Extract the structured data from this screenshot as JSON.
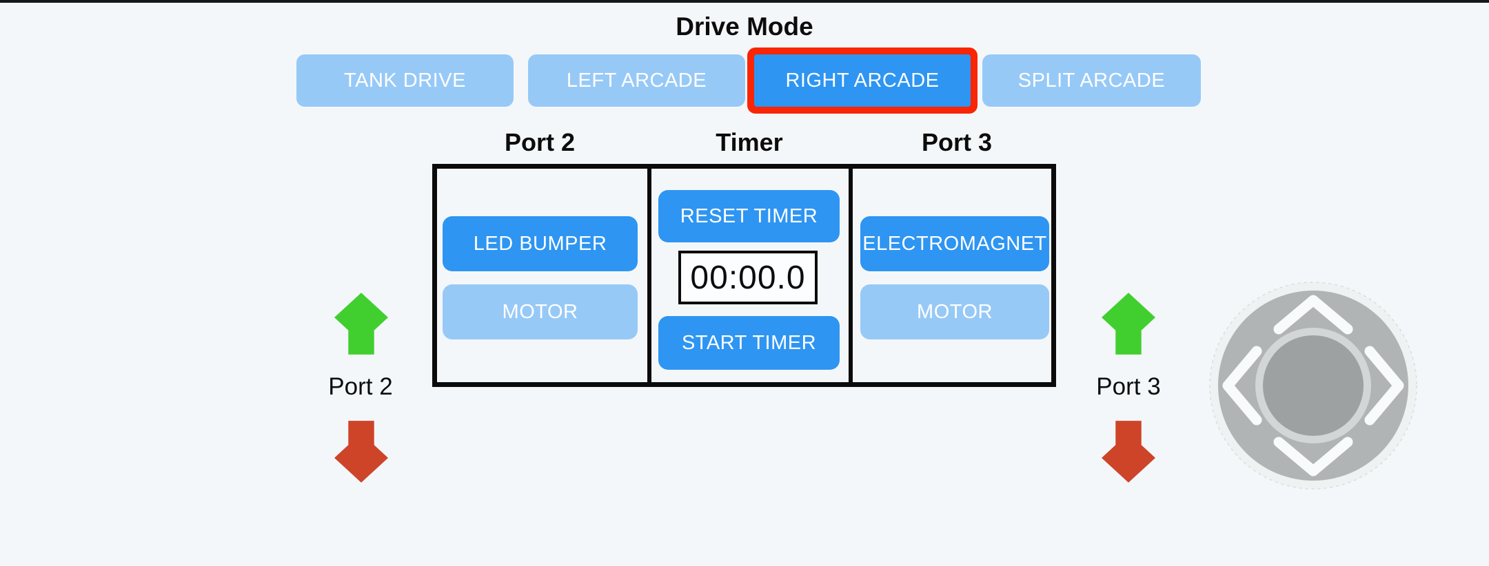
{
  "page": {
    "title": "Drive Mode",
    "background": "#F4F7F9",
    "top_bar_color": "#15181B"
  },
  "colors": {
    "active_blue": "#2E95F2",
    "inactive_blue": "#97C9F7",
    "selection_red": "#F92504",
    "arrow_green": "#41CF30",
    "arrow_red": "#CE4428",
    "panel_border": "#0B0B0B",
    "joystick_body": "#B1B4B5",
    "joystick_knob": "#9DA1A1"
  },
  "drive_mode": {
    "heading": "Drive Mode",
    "buttons": [
      {
        "label": "TANK DRIVE",
        "state": "inactive",
        "selected": false
      },
      {
        "label": "LEFT ARCADE",
        "state": "inactive",
        "selected": false
      },
      {
        "label": "RIGHT ARCADE",
        "state": "active",
        "selected": true
      },
      {
        "label": "SPLIT ARCADE",
        "state": "inactive",
        "selected": false
      }
    ]
  },
  "panel": {
    "headers": [
      "Port 2",
      "Timer",
      "Port 3"
    ],
    "port2": {
      "buttons": [
        {
          "label": "LED BUMPER",
          "state": "active"
        },
        {
          "label": "MOTOR",
          "state": "inactive"
        }
      ]
    },
    "timer": {
      "reset_label": "RESET TIMER",
      "display": "00:00.0",
      "start_label": "START TIMER"
    },
    "port3": {
      "buttons": [
        {
          "label": "ELECTROMAGNET",
          "state": "active"
        },
        {
          "label": "MOTOR",
          "state": "inactive"
        }
      ]
    }
  },
  "side_controls": {
    "left": {
      "label": "Port 2",
      "up_icon": "green-up-arrow",
      "down_icon": "red-down-arrow"
    },
    "right": {
      "label": "Port 3",
      "up_icon": "green-up-arrow",
      "down_icon": "red-down-arrow"
    }
  },
  "joystick": {
    "icon": "dpad-joystick",
    "directions": [
      "up",
      "down",
      "left",
      "right"
    ]
  }
}
